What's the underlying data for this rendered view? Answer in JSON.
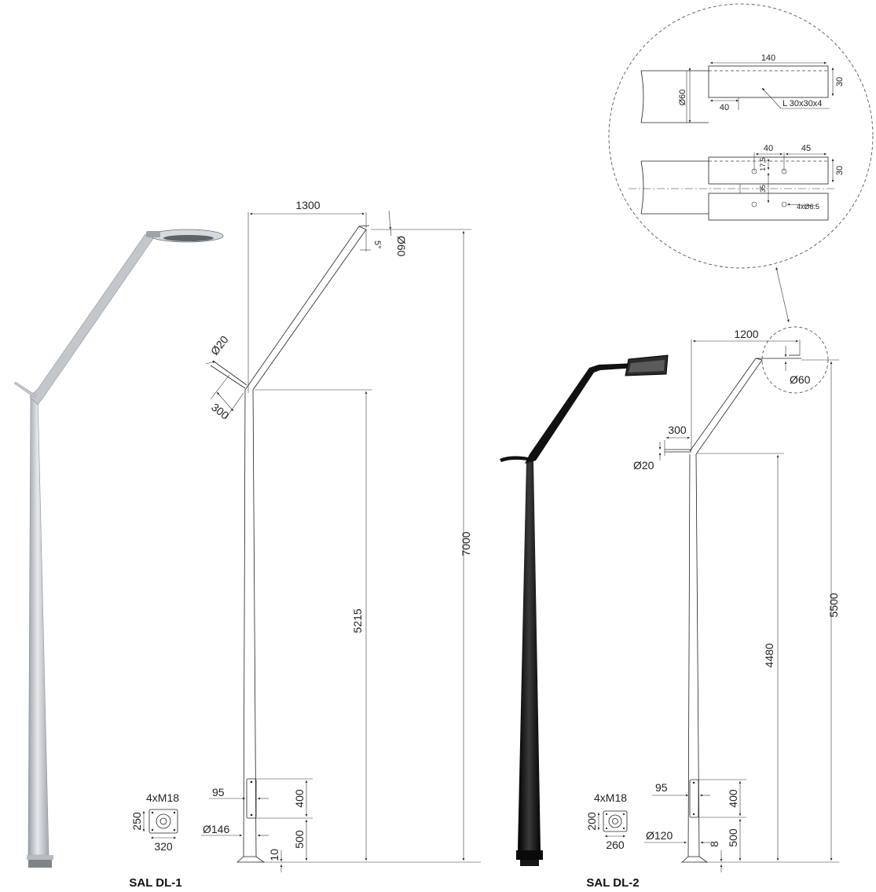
{
  "products": [
    {
      "name": "SAL DL-1",
      "dimensions": {
        "arm_length": "1300",
        "total_height": "7000",
        "arm_start_height": "5215",
        "angle": "5°",
        "tip_diameter": "Ø60",
        "spike_diameter": "Ø20",
        "spike_length": "300",
        "door_offset": "95",
        "door_height": "400",
        "door_base": "500",
        "pole_diameter": "Ø146",
        "base_gap": "10",
        "bolts": "4xM18",
        "plate_side": "250",
        "plate_width": "320"
      }
    },
    {
      "name": "SAL DL-2",
      "dimensions": {
        "arm_length": "1200",
        "total_height": "5500",
        "arm_start_height": "4480",
        "tip_diameter": "Ø60",
        "spike_diameter": "Ø20",
        "spike_length": "300",
        "door_offset": "95",
        "door_height": "400",
        "door_base": "500",
        "pole_diameter": "Ø120",
        "base_gap": "8",
        "bolts": "4xM18",
        "plate_side": "200",
        "plate_width": "260"
      }
    }
  ],
  "detail": {
    "bracket_length": "140",
    "bracket_height": "30",
    "tube_diameter": "Ø60",
    "insert": "40",
    "angle_profile": "L 30x30x4",
    "hole_spacing": "40",
    "hole_edge": "45",
    "hole_height": "30",
    "hole_offset": "17.5",
    "hole_gap": "35",
    "holes": "4xØ6.5"
  },
  "colors": {
    "lamp1_pole": "#c9cdd3",
    "lamp2_pole": "#1a1a1a",
    "line": "#222222"
  }
}
